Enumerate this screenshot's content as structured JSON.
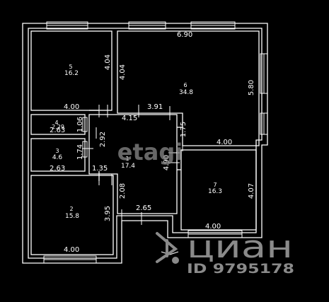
{
  "rooms": [
    {
      "number": "5",
      "area": "16.2"
    },
    {
      "number": "6",
      "area": "34.8"
    },
    {
      "number": "4",
      "area": "2.29"
    },
    {
      "number": "3",
      "area": "4.6"
    },
    {
      "number": "1",
      "area": "17.4"
    },
    {
      "number": "7",
      "area": "16.3"
    },
    {
      "number": "2",
      "area": "15.8"
    }
  ],
  "dimensions": {
    "d_6_90": "6.90",
    "d_4_04_a": "4.04",
    "d_4_04_b": "4.04",
    "d_5_80": "5.80",
    "d_4_00_r5": "4.00",
    "d_3_91": "3.91",
    "d_4_15": "4.15",
    "d_1_06": "1.06",
    "d_2_63_a": "2.63",
    "d_1_75": "1.75",
    "d_4_00_r6": "4.00",
    "d_2_92": "2.92",
    "d_1_74": "1.74",
    "d_2_63_b": "2.63",
    "d_4_90": "4.90",
    "d_1_35": "1.35",
    "d_4_07": "4.07",
    "d_2_08": "2.08",
    "d_2_65": "2.65",
    "d_3_95": "3.95",
    "d_4_00_r7": "4.00",
    "d_4_00_r2": "4.00"
  },
  "watermarks": {
    "etagi": "etagi",
    "cian": "циан",
    "listing_id": "ID 9795178"
  },
  "colors": {
    "background": "#000000",
    "walls": "#ffffff",
    "dimension_text": "#ffffff",
    "watermark": "#8a8a8a"
  }
}
